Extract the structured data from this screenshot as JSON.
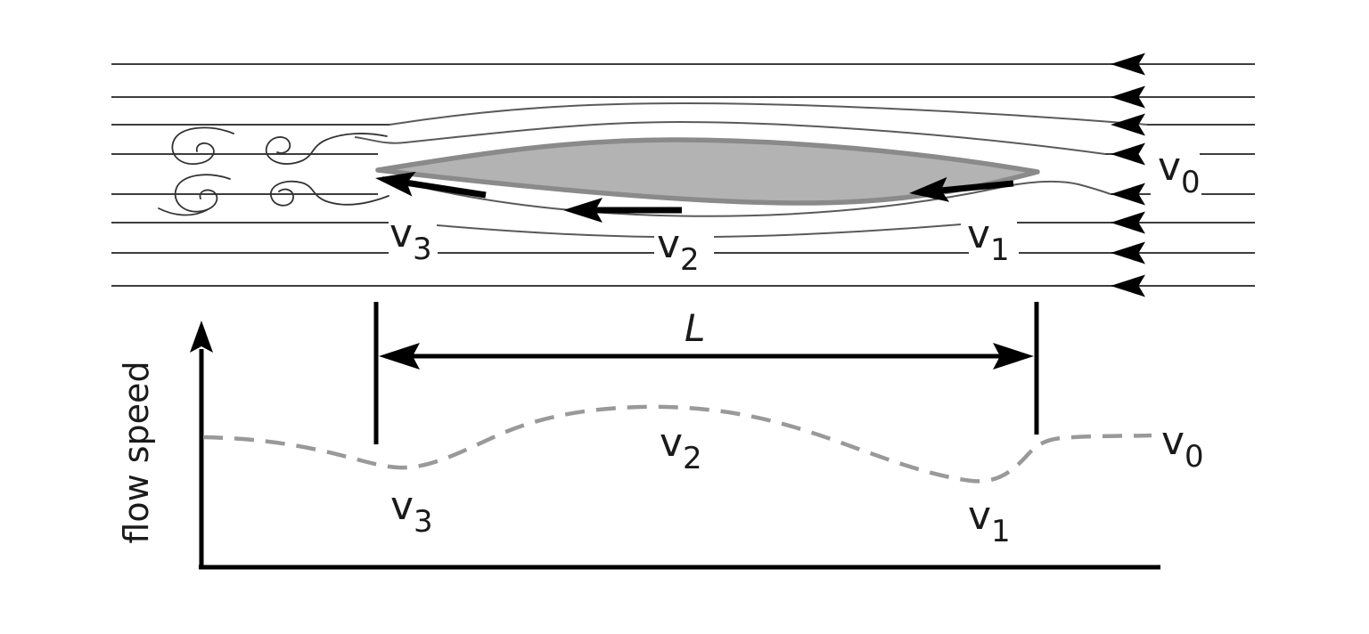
{
  "colors": {
    "background": "#ffffff",
    "airfoil_fill": "#b3b3b3",
    "airfoil_stroke": "#8a8a8a",
    "streamline": "#3d3d3d",
    "deflected_streamline": "#5a5a5a",
    "wake_squiggle": "#333333",
    "speed_curve_dashed": "#999999",
    "ink": "#000000"
  },
  "top_diagram": {
    "freestream_label": {
      "base": "v",
      "sub": "0"
    },
    "trailing_edge_label": {
      "base": "v",
      "sub": "3"
    },
    "midchord_label": {
      "base": "v",
      "sub": "2"
    },
    "leading_edge_label": {
      "base": "v",
      "sub": "1"
    }
  },
  "graph": {
    "y_axis_label": "flow speed",
    "chord_length_label": "L",
    "labels": {
      "v3": {
        "base": "v",
        "sub": "3"
      },
      "v2": {
        "base": "v",
        "sub": "2"
      },
      "v1": {
        "base": "v",
        "sub": "1"
      },
      "v0": {
        "base": "v",
        "sub": "0"
      }
    }
  },
  "chart_data": {
    "type": "line",
    "title": "",
    "xlabel": "",
    "ylabel": "flow speed",
    "line_style": "dashed",
    "legend": "none",
    "grid": false,
    "qualitative": true,
    "x_axis_meaning": "position along the flow (flow moves right to left over an airfoil of chord L)",
    "point_labels": [
      "",
      "v3",
      "v2",
      "v1",
      "v0"
    ],
    "x_positions_norm": [
      0.0,
      0.2,
      0.48,
      0.81,
      0.99
    ],
    "relative_speed": [
      1.0,
      0.77,
      1.23,
      0.66,
      1.0
    ],
    "annotations": [
      "v3: dip in speed just behind trailing edge (wake side)",
      "v2: speed maximum near mid-chord",
      "v1: speed minimum near leading edge",
      "v0: free-stream speed far upstream",
      "L: double-headed dimension arrow spanning trailing-edge and leading-edge verticals"
    ]
  }
}
